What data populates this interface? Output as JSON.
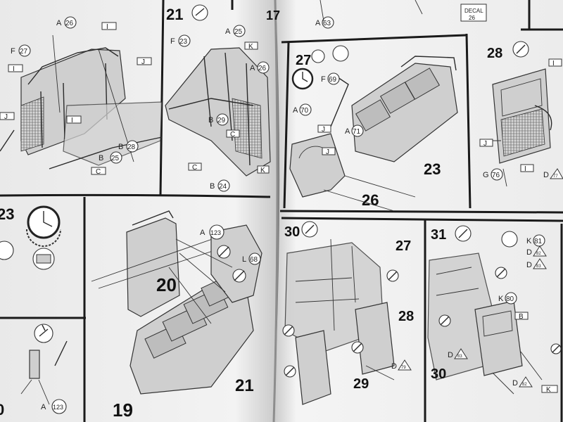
{
  "steps": {
    "s21": {
      "number": "21"
    },
    "s27": {
      "number": "27"
    },
    "s28": {
      "number": "28"
    },
    "s23": {
      "number": "23"
    },
    "s30": {
      "number": "30"
    },
    "s31": {
      "number": "31"
    },
    "s17": {
      "number": "17"
    }
  },
  "callouts": {
    "a26": {
      "letter": "A",
      "num": "26"
    },
    "f27": {
      "letter": "F",
      "num": "27"
    },
    "b28": {
      "letter": "B",
      "num": "28"
    },
    "b25": {
      "letter": "B",
      "num": "25"
    },
    "a25": {
      "letter": "A",
      "num": "25"
    },
    "f23": {
      "letter": "F",
      "num": "23"
    },
    "a26b": {
      "letter": "A",
      "num": "26"
    },
    "b29": {
      "letter": "B",
      "num": "29"
    },
    "b24": {
      "letter": "B",
      "num": "24"
    },
    "a63": {
      "letter": "A",
      "num": "63"
    },
    "f69": {
      "letter": "F",
      "num": "69"
    },
    "a70": {
      "letter": "A",
      "num": "70"
    },
    "a71": {
      "letter": "A",
      "num": "71"
    },
    "g76": {
      "letter": "G",
      "num": "76"
    },
    "d77": {
      "letter": "D",
      "num": "77"
    },
    "a123": {
      "letter": "A",
      "num": "123"
    },
    "l68": {
      "letter": "L",
      "num": "68"
    },
    "a123b": {
      "letter": "A",
      "num": "123"
    },
    "d79": {
      "letter": "D",
      "num": "79"
    },
    "k81": {
      "letter": "K",
      "num": "81"
    },
    "d82": {
      "letter": "D",
      "num": "82"
    },
    "d83": {
      "letter": "D",
      "num": "83"
    },
    "k80": {
      "letter": "K",
      "num": "80"
    },
    "d83b": {
      "letter": "D",
      "num": "83"
    },
    "d82b": {
      "letter": "D",
      "num": "82"
    }
  },
  "flags": {
    "I": "I",
    "J": "J",
    "C": "C",
    "K": "K",
    "B": "B"
  },
  "decal": {
    "label": "DECAL",
    "num": "26"
  },
  "bigNums": {
    "n26": "26",
    "n23": "23",
    "n20": "20",
    "n19": "19",
    "n21": "21",
    "n27": "27",
    "n28": "28",
    "n29": "29",
    "n30": "30",
    "n23left": "23",
    "n10": "0"
  },
  "colors": {
    "page": "#f2f2f2",
    "ink": "#1a1a1a",
    "gutter": "#9a9a9a"
  }
}
